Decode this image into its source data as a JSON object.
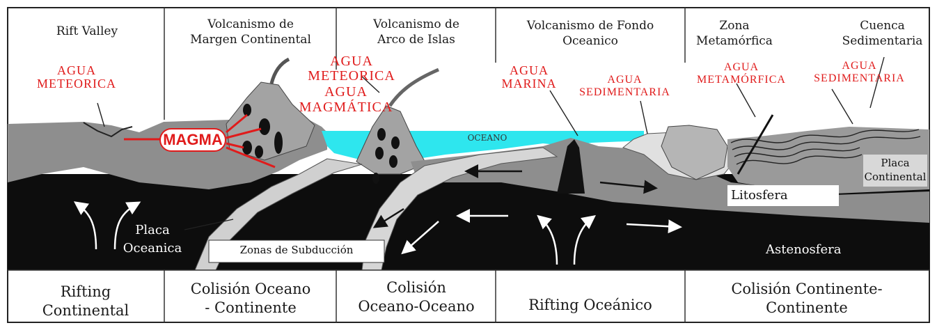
{
  "headers": {
    "rift_valley": "Rift Valley",
    "margen": "Volcanismo de\nMargen Continental",
    "arco": "Volcanismo de\nArco de Islas",
    "fondo": "Volcanismo de Fondo\nOceanico",
    "zona_meta": "Zona\nMetamórfica",
    "cuenca": "Cuenca\nSedimentaria"
  },
  "water_labels": {
    "meteorica_left": "AGUA\nMETEORICA",
    "meteorica_mid": "AGUA\nMETEORICA",
    "magmatica": "AGUA\nMAGMÁTICA",
    "marina": "AGUA\nMARINA",
    "sedimentaria_mid": "AGUA\nSEDIMENTARIA",
    "metamorfica": "AGUA\nMETAMÓRFICA",
    "sedimentaria_right": "AGUA\nSEDIMENTARIA"
  },
  "diagram_labels": {
    "magma": "MAGMA",
    "oceano": "OCEANO",
    "placa_oceanica": "Placa\nOceanica",
    "zonas_subduccion": "Zonas de Subducción",
    "litosfera": "Litosfera",
    "placa_continental": "Placa\nContinental",
    "astenosfera": "Astenosfera"
  },
  "footers": {
    "rifting_continental": "Rifting\nContinental",
    "colision_oc_cont": "Colisión Oceano\n- Continente",
    "colision_oc_oc": "Colisión\nOceano-Oceano",
    "rifting_oceanico": "Rifting Oceánico",
    "colision_cont_cont": "Colisión Continente-\nContinente"
  },
  "colors": {
    "label_red": "#e01b1b",
    "ocean": "#2ee6ee",
    "mantle": "#0d0d0d",
    "crust": "#9a9a9a",
    "slab": "#d0d0d0"
  }
}
